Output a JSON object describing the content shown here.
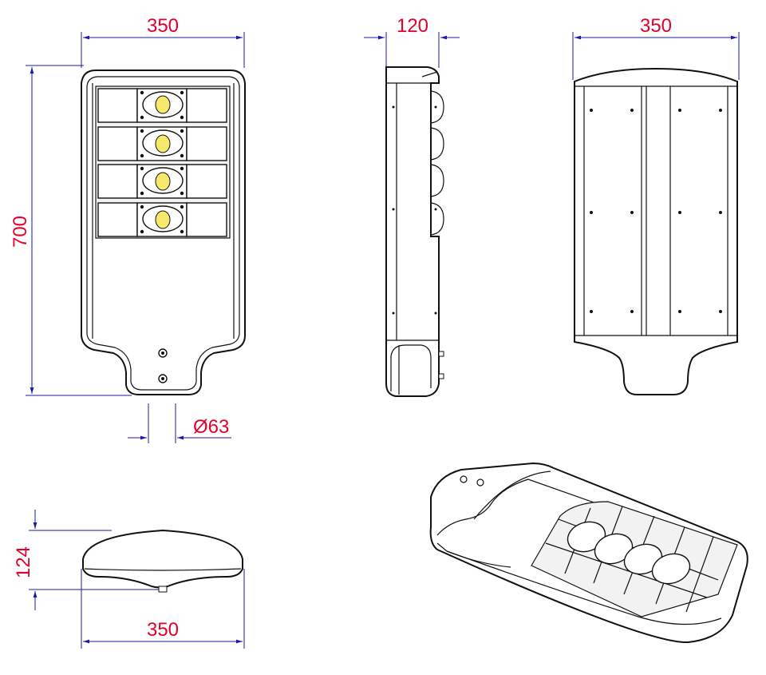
{
  "colors": {
    "dimension_text": "#e4002b",
    "dimension_line": "#1a1aa6",
    "outline": "#111111",
    "led": "#f5e86b"
  },
  "dimensions": {
    "front_width": "350",
    "front_height": "700",
    "pole_diameter": "Ø63",
    "side_depth": "120",
    "back_width": "350",
    "end_height": "124",
    "end_width": "350"
  },
  "led_modules": 4
}
